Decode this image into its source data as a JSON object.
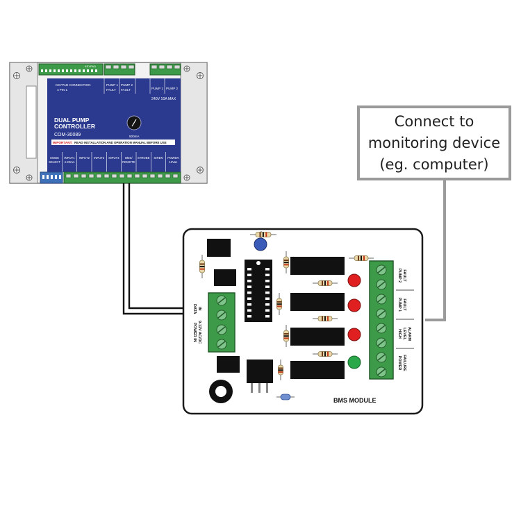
{
  "callout": {
    "line1": "Connect to",
    "line2": "monitoring device",
    "line3": "(eg. computer)"
  },
  "controller": {
    "keypad_header": "KEYPAD",
    "keypad_connection": "KEYPAD CONNECTION",
    "pin1": "◂ PIN 1",
    "pump1_fault": [
      "PUMP 1",
      "FAULT"
    ],
    "pump2_fault": [
      "PUMP 2",
      "FAULT"
    ],
    "pump1": "PUMP 1",
    "pump2": "PUMP 2",
    "rating": "240V 10A MAX",
    "title_line1": "DUAL PUMP",
    "title_line2": "CONTROLLER",
    "model": "COM-30089",
    "fuse": "500mA",
    "important_label": "IMPORTANT:",
    "important_text": "READ INSTALLATION AND OPERATION MANUAL BEFORE USE",
    "bottom_labels": [
      [
        "MODE",
        "SELECT"
      ],
      [
        "INPUT1",
        "4-20mA"
      ],
      [
        "INPUT2",
        ""
      ],
      [
        "INPUT3",
        ""
      ],
      [
        "INPUT4",
        ""
      ],
      [
        "BMS/",
        "REMOTE"
      ],
      [
        "STROBE",
        ""
      ],
      [
        "SIREN",
        ""
      ],
      [
        "POWER",
        "12Vac"
      ]
    ]
  },
  "bms": {
    "label": "BMS MODULE",
    "input_labels": [
      [
        "DATA",
        "IN"
      ],
      [
        "POWER IN",
        "9-12V AC/DC"
      ]
    ],
    "output_labels": [
      [
        "PUMP 2",
        "FAULT"
      ],
      [
        "PUMP 1",
        "FAULT"
      ],
      [
        "HIGH",
        "LEVEL",
        "ALARM"
      ],
      [
        "POWER",
        "FAILURE"
      ]
    ]
  },
  "colors": {
    "panel_blue": "#2b3a8f",
    "terminal_green": "#3c9a48",
    "led_red": "#e02020",
    "led_green": "#2aa84a",
    "relay_black": "#111111",
    "callout_border": "#9a9a9a"
  }
}
